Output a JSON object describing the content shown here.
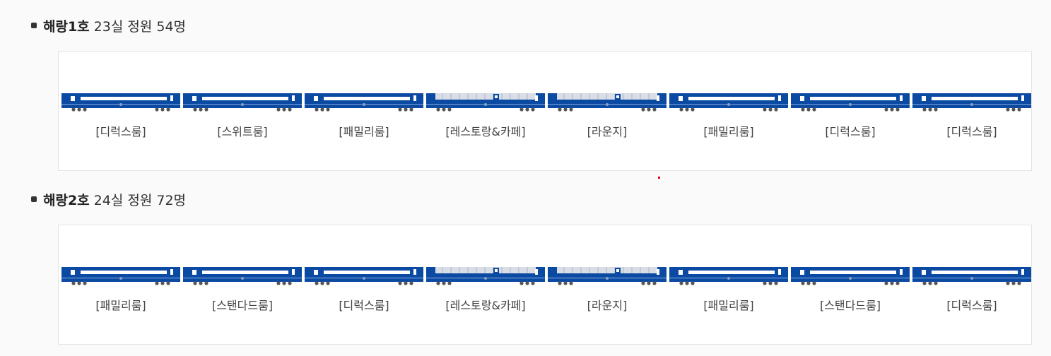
{
  "colors": {
    "car_body": "#0b4aa2",
    "car_window_band": "#ffffff",
    "car_roof": "#d8dde6",
    "car_wheels": "#555555"
  },
  "trains": [
    {
      "name": "해랑1호",
      "desc": "23실 정원 54명",
      "cars": [
        {
          "label": "[디럭스룸]",
          "style": "sleeper"
        },
        {
          "label": "[스위트룸]",
          "style": "sleeper"
        },
        {
          "label": "[패밀리룸]",
          "style": "sleeper"
        },
        {
          "label": "[레스토랑&카페]",
          "style": "dining"
        },
        {
          "label": "[라운지]",
          "style": "dining"
        },
        {
          "label": "[패밀리룸]",
          "style": "sleeper"
        },
        {
          "label": "[디럭스룸]",
          "style": "sleeper"
        },
        {
          "label": "[디럭스룸]",
          "style": "sleeper"
        }
      ]
    },
    {
      "name": "해랑2호",
      "desc": "24실 정원 72명",
      "cars": [
        {
          "label": "[패밀리룸]",
          "style": "sleeper"
        },
        {
          "label": "[스탠다드룸]",
          "style": "sleeper"
        },
        {
          "label": "[디럭스룸]",
          "style": "sleeper"
        },
        {
          "label": "[레스토랑&카페]",
          "style": "dining"
        },
        {
          "label": "[라운지]",
          "style": "dining"
        },
        {
          "label": "[패밀리룸]",
          "style": "sleeper"
        },
        {
          "label": "[스탠다드룸]",
          "style": "sleeper"
        },
        {
          "label": "[디럭스룸]",
          "style": "sleeper"
        }
      ]
    }
  ]
}
